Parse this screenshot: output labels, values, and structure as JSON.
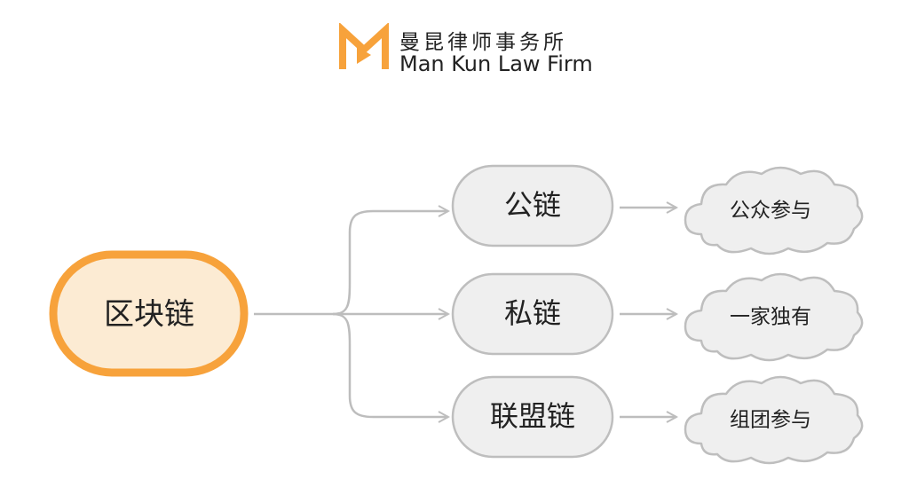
{
  "header": {
    "firm_name_cn": "曼昆律师事务所",
    "firm_name_en": "Man Kun Law Firm"
  },
  "colors": {
    "brand_orange": "#F7A23B",
    "root_fill": "#FCEBD3",
    "node_fill": "#EFEFEF",
    "node_stroke": "#BEBEBE",
    "connector": "#BDBDBD"
  },
  "diagram": {
    "root": {
      "label": "区块链"
    },
    "branches": [
      {
        "label": "公链",
        "note": "公众参与"
      },
      {
        "label": "私链",
        "note": "一家独有"
      },
      {
        "label": "联盟链",
        "note": "组团参与"
      }
    ]
  }
}
